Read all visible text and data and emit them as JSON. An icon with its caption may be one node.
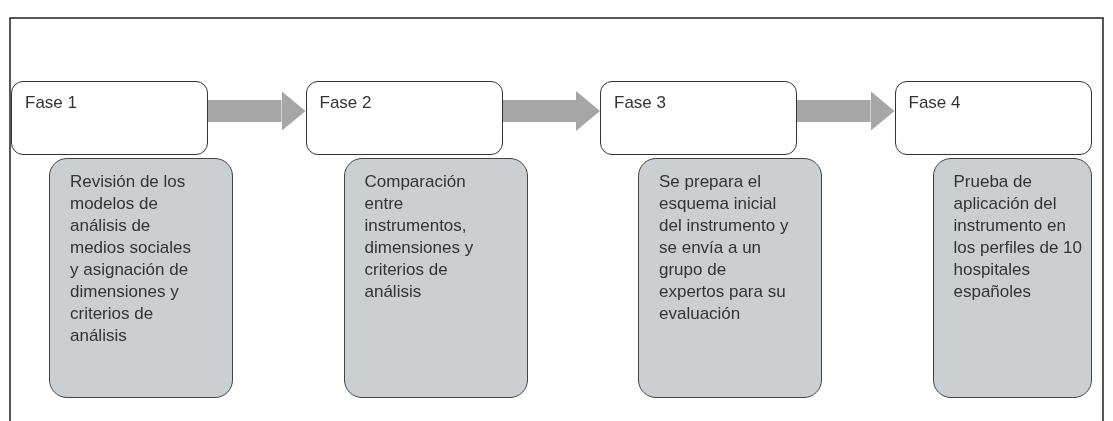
{
  "diagram": {
    "nodes": [
      {
        "text": [
          "Fase 1"
        ]
      },
      {
        "text": [
          "Revisión de los modelos de análisis de medios sociales y asignación de dimensiones y criterios de análisis"
        ]
      },
      {
        "text": [
          "Fase 2"
        ]
      },
      {
        "text": [
          "Comparación entre instrumentos, dimensiones y criterios de análisis"
        ]
      },
      {
        "text": [
          "Fase 3"
        ]
      },
      {
        "text": [
          "Se prepara el esquema inicial del instrumento y se envía a un grupo de expertos para su evaluación"
        ]
      },
      {
        "text": [
          "Fase 4"
        ]
      },
      {
        "text": [
          "Prueba de aplicación del instrumento en los perfiles de 10 hospitales españoles"
        ]
      }
    ],
    "edges": [
      {
        "from": 0,
        "to": 2,
        "arrow": "to"
      },
      {
        "from": 2,
        "to": 4,
        "arrow": "to"
      },
      {
        "from": 4,
        "to": 6,
        "arrow": "to"
      }
    ]
  }
}
